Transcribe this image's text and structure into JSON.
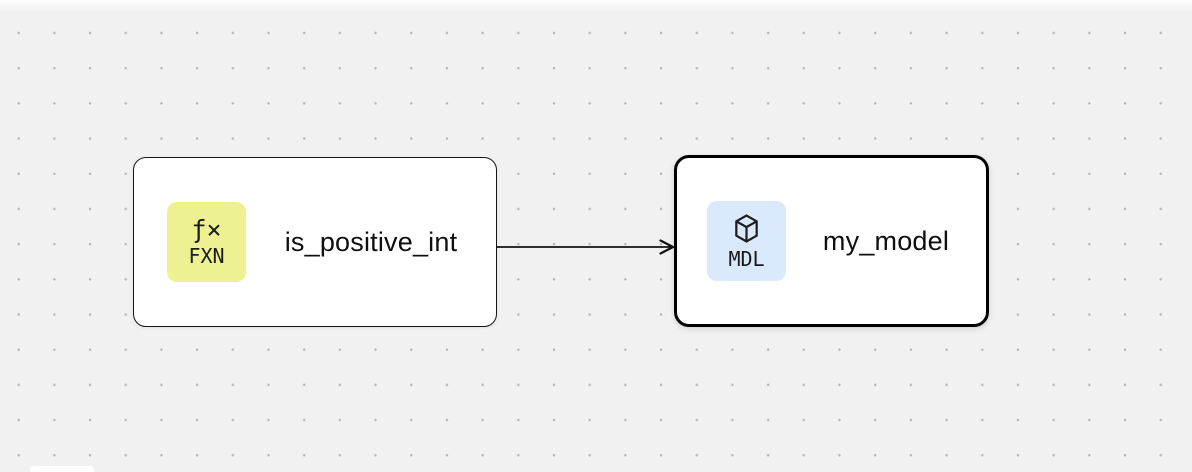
{
  "canvas": {
    "background_color": "#f1f1f1",
    "dot_color": "#b5b5b5"
  },
  "nodes": [
    {
      "label": "is_positive_int",
      "type": "function",
      "selected": false,
      "badge": {
        "icon": "function-icon",
        "glyph": "ƒ×",
        "label": "FXN",
        "color": "#edf191"
      }
    },
    {
      "label": "my_model",
      "type": "model",
      "selected": true,
      "badge": {
        "icon": "cube-icon",
        "label": "MDL",
        "color": "#dae9fc"
      }
    }
  ],
  "edges": [
    {
      "from": "is_positive_int",
      "to": "my_model",
      "style": "arrow",
      "color": "#111111"
    }
  ]
}
